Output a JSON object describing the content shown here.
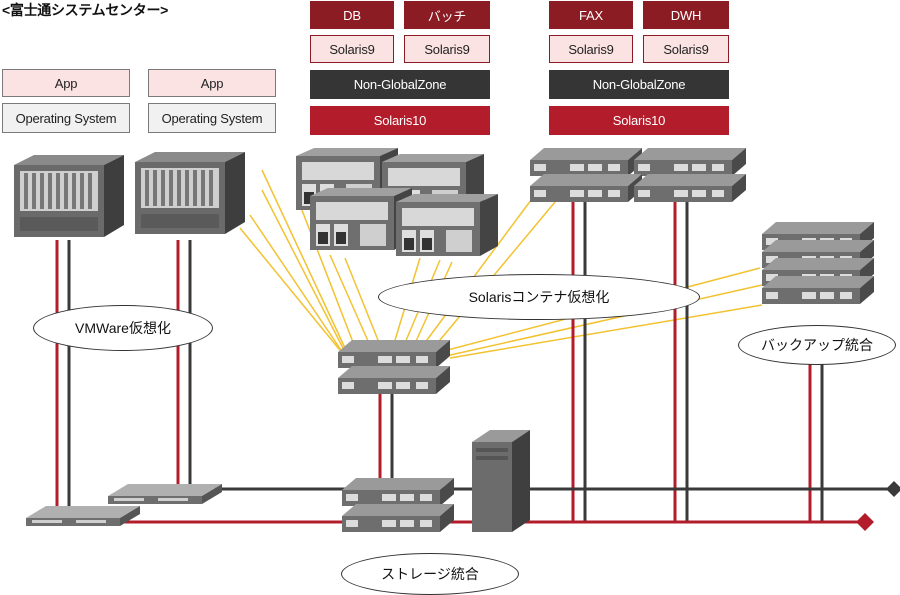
{
  "header": {
    "title": "<富士通システムセンター>"
  },
  "left_stack": {
    "app_label": "App",
    "os_label": "Operating System"
  },
  "solaris_group_1": {
    "apps": [
      "DB",
      "バッチ"
    ],
    "zones": [
      "Solaris9",
      "Solaris9"
    ],
    "non_global_zone": "Non-GlobalZone",
    "global_os": "Solaris10"
  },
  "solaris_group_2": {
    "apps": [
      "FAX",
      "DWH"
    ],
    "zones": [
      "Solaris9",
      "Solaris9"
    ],
    "non_global_zone": "Non-GlobalZone",
    "global_os": "Solaris10"
  },
  "callouts": {
    "vmware": "VMWare仮想化",
    "solaris_container": "Solarisコンテナ仮想化",
    "backup": "バックアップ統合",
    "storage": "ストレージ統合"
  },
  "colors": {
    "red_line": "#b31c2b",
    "dark_line": "#3a3a3a",
    "yellow_line": "#f2c230",
    "dark_red_box": "#8b1c24",
    "pink_box": "#fbe3e3"
  }
}
